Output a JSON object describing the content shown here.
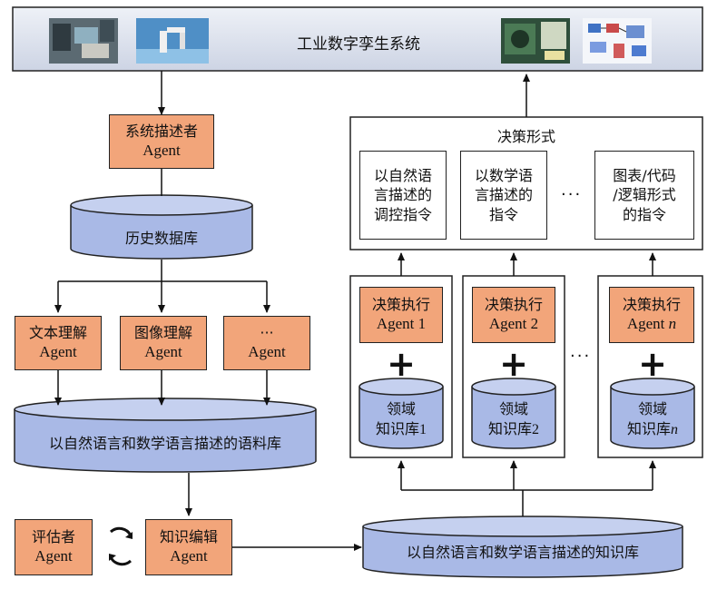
{
  "header": {
    "title": "工业数字孪生系统"
  },
  "left_column": {
    "system_describer": {
      "line1": "系统描述者",
      "line2": "Agent"
    },
    "history_db": "历史数据库",
    "understanders": [
      {
        "line1": "文本理解",
        "line2": "Agent"
      },
      {
        "line1": "图像理解",
        "line2": "Agent"
      },
      {
        "line1": "···",
        "line2": "Agent"
      }
    ],
    "corpus_db": "以自然语言和数学语言描述的语料库",
    "evaluator": {
      "line1": "评估者",
      "line2": "Agent"
    },
    "knowledge_editor": {
      "line1": "知识编辑",
      "line2": "Agent"
    }
  },
  "knowledge_base": "以自然语言和数学语言描述的知识库",
  "decision_form": {
    "title": "决策形式",
    "items": [
      {
        "lines": [
          "以自然语",
          "言描述的",
          "调控指令"
        ]
      },
      {
        "lines": [
          "以数学语",
          "言描述的",
          "指令"
        ]
      },
      {
        "lines": [
          "图表/代码",
          "/逻辑形式",
          "的指令"
        ]
      }
    ],
    "ellipsis": "···"
  },
  "executors": [
    {
      "line1": "决策执行",
      "agent_prefix": "Agent ",
      "agent_suffix": "1",
      "db_line1": "领域",
      "db_line2_prefix": "知识库",
      "db_line2_suffix": "1"
    },
    {
      "line1": "决策执行",
      "agent_prefix": "Agent ",
      "agent_suffix": "2",
      "db_line1": "领域",
      "db_line2_prefix": "知识库",
      "db_line2_suffix": "2"
    },
    {
      "line1": "决策执行",
      "agent_prefix": "Agent ",
      "agent_suffix": "n",
      "db_line1": "领域",
      "db_line2_prefix": "知识库",
      "db_line2_suffix": "n"
    }
  ],
  "executors_ellipsis": "···",
  "plus_sign": "+",
  "colors": {
    "agent_fill": "#f2a57a",
    "database_fill": "#a9b9e6",
    "header_fill": "#dde2ee",
    "stroke": "#222222"
  }
}
